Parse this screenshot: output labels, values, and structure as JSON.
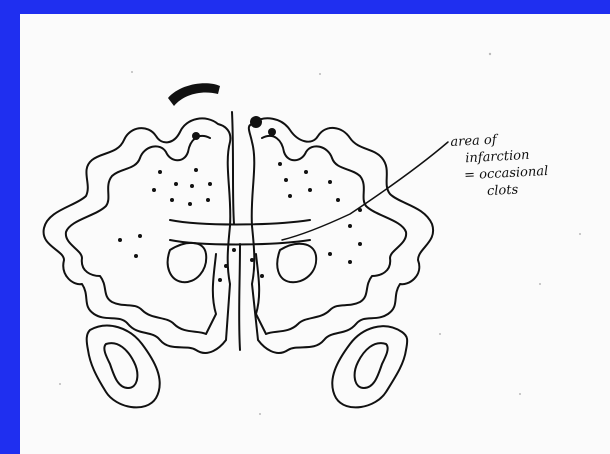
{
  "colors": {
    "background": "#1f2ff0",
    "paper": "#fbfbfb",
    "ink": "#111111"
  },
  "annotation": {
    "lines": [
      "area of",
      "infarction",
      "= occasional",
      "clots"
    ]
  }
}
